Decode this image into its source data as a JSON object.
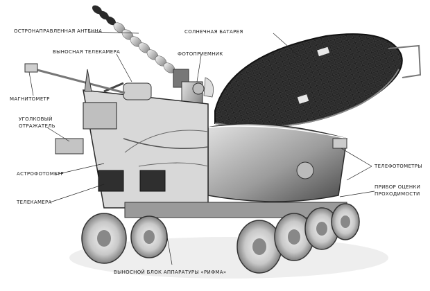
{
  "image": {
    "subject": "lunokhod-rover-photograph",
    "palette": {
      "background": "#ffffff",
      "ink": "#1a1a1a",
      "metal": "#c9c9c9",
      "shadow": "#3a3a3a",
      "panel": "#1e1e1e"
    }
  },
  "labels": {
    "antenna": "ОСТРОНАПРАВЛЕННАЯ АНТЕННА",
    "solar": "СОЛНЕЧНАЯ БАТАРЕЯ",
    "remote_camera": "ВЫНОСНАЯ ТЕЛЕКАМЕРА",
    "photodetector": "ФОТОПРИЕМНИК",
    "magnetometer": "МАГНИТОМЕТР",
    "corner_reflector_1": "УГОЛКОВЫЙ",
    "corner_reflector_2": "ОТРАЖАТЕЛЬ",
    "astrophotometer": "АСТРОФОТОМЕТР",
    "telephotometers": "ТЕЛЕФОТОМЕТРЫ",
    "passability_1": "ПРИБОР ОЦЕНКИ",
    "passability_2": "ПРОХОДИМОСТИ",
    "telecamera": "ТЕЛЕКАМЕРА",
    "rifma": "ВЫНОСНОЙ БЛОК АППАРАТУРЫ «РИФМА»"
  }
}
